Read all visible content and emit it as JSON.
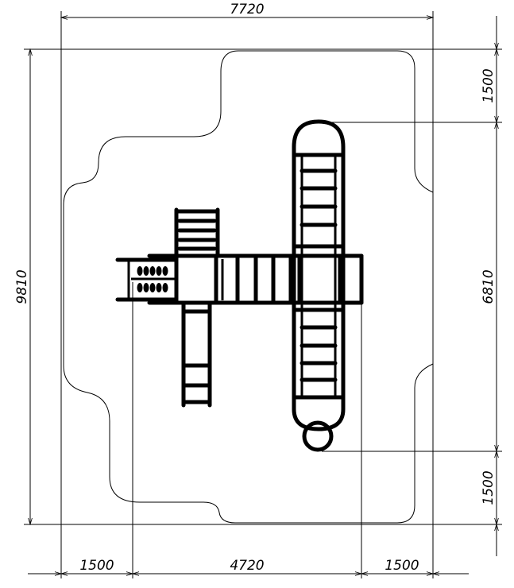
{
  "drawing": {
    "dimensions": {
      "overall_width": "7720",
      "overall_height": "9810",
      "equipment_height": "6810",
      "right_top_clearance": "1500",
      "right_bottom_clearance": "1500",
      "bottom_left_clearance": "1500",
      "equipment_width": "4720",
      "bottom_right_clearance": "1500"
    },
    "colors": {
      "line": "#000000",
      "background": "#ffffff"
    }
  }
}
